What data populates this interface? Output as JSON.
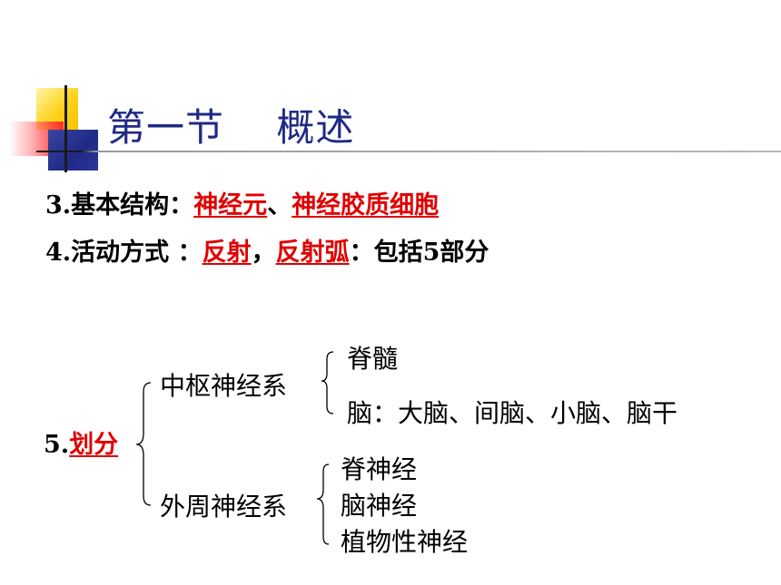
{
  "title": "第一节    概述",
  "line3": {
    "prefix": "3.基本结构：",
    "item1": "神经元",
    "sep": "、",
    "item2": "神经胶质细胞"
  },
  "line4": {
    "prefix": "4.活动方式 ：",
    "item1": "反射",
    "sep": "，",
    "item2": "反射弧",
    "suffix": "：包括5部分"
  },
  "line5": {
    "prefix": "5.",
    "item": "划分"
  },
  "tree": {
    "central": {
      "label": "中枢神经系",
      "children": [
        "脊髓",
        "脑：大脑、间脑、小脑、脑干"
      ]
    },
    "peripheral": {
      "label": "外周神经系",
      "children": [
        "脊神经",
        "脑神经",
        "植物性神经"
      ]
    }
  },
  "colors": {
    "title": "#1f2a86",
    "highlight": "#e00000",
    "accent_yellow": "#ffd21a"
  }
}
